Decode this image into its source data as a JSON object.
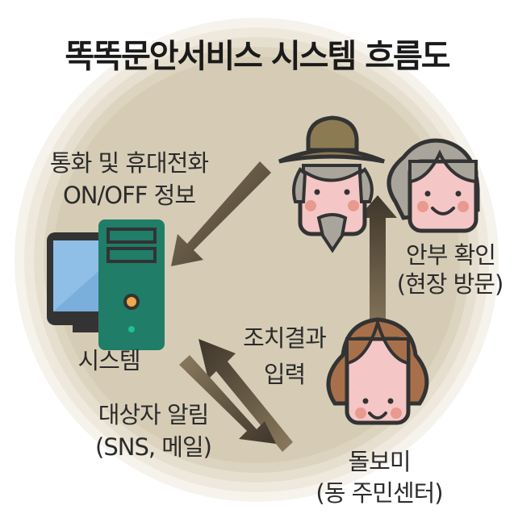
{
  "title": "똑똑문안서비스 시스템 흐름도",
  "labels": {
    "call_info_line1": "통화 및 휴대전화",
    "call_info_line2": "ON/OFF 정보",
    "system": "시스템",
    "wellbeing_line1": "안부 확인",
    "wellbeing_line2": "(현장 방문)",
    "action_line1": "조치결과",
    "action_line2": "입력",
    "notify_line1": "대상자 알림",
    "notify_line2": "(SNS, 메일)",
    "caregiver_line1": "돌보미",
    "caregiver_line2": "(동 주민센터)"
  },
  "colors": {
    "background_circle": "#d6ccb6",
    "arrow": "#8a7a5e",
    "arrow_dark": "#4a4033",
    "tower": "#1f7d68",
    "monitor": "#8fbfe6",
    "outline": "#333333",
    "skin": "#f4c6c6",
    "hat": "#8c7a52",
    "gray_hair": "#a9a49c",
    "brown_hair": "#a8704a"
  }
}
